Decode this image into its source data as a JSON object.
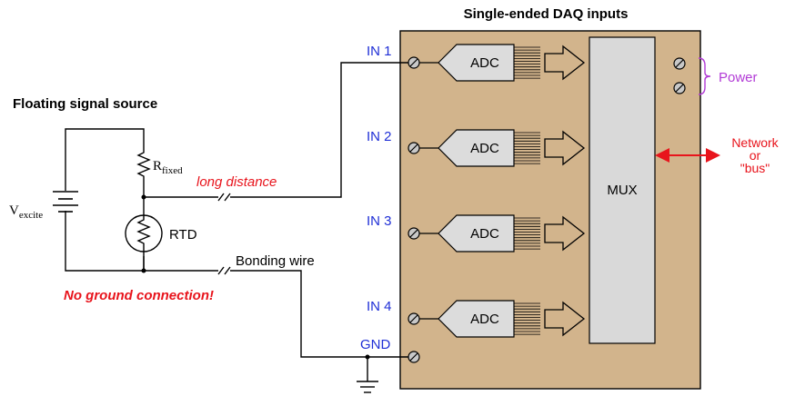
{
  "daq": {
    "title": "Single-ended DAQ inputs",
    "inputs": [
      "IN 1",
      "IN 2",
      "IN 3",
      "IN 4"
    ],
    "gnd_label": "GND",
    "adc_label": "ADC",
    "mux_label": "MUX",
    "power_label": "Power",
    "network_label_line1": "Network",
    "network_label_line2": "or",
    "network_label_line3": "\"bus\""
  },
  "source": {
    "title": "Floating signal source",
    "vexcite_main": "V",
    "vexcite_sub": "excite",
    "rfixed_main": "R",
    "rfixed_sub": "fixed",
    "rtd_label": "RTD",
    "long_distance": "long distance",
    "bonding_wire": "Bonding wire",
    "no_ground": "No ground connection!"
  },
  "colors": {
    "daq_box": "#d2b48c",
    "mux_box": "#d9d9d9",
    "adc_box": "#dcdcdc",
    "channel_label": "#1f2fd6",
    "warning": "#e8141c",
    "power": "#b23bd6"
  }
}
